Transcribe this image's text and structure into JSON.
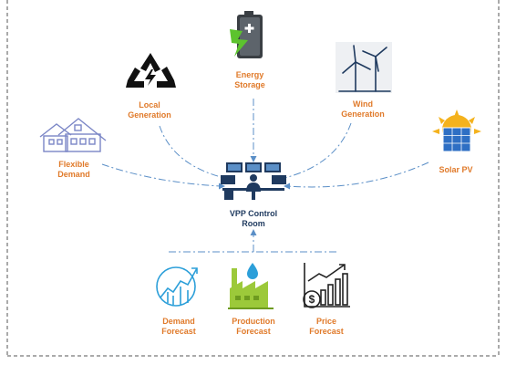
{
  "nodes": {
    "energy_storage": {
      "line1": "Energy",
      "line2": "Storage",
      "icon": "battery-icon"
    },
    "local_generation": {
      "line1": "Local",
      "line2": "Generation",
      "icon": "recycle-icon"
    },
    "wind_generation": {
      "line1": "Wind",
      "line2": "Generation",
      "icon": "wind-turbine-icon"
    },
    "flexible_demand": {
      "line1": "Flexible",
      "line2": "Demand",
      "icon": "house-icon"
    },
    "solar_pv": {
      "line1": "Solar PV",
      "icon": "solar-panel-icon"
    },
    "vpp_control_room": {
      "line1": "VPP Control",
      "line2": "Room",
      "icon": "control-room-icon"
    },
    "demand_forecast": {
      "line1": "Demand",
      "line2": "Forecast",
      "icon": "demand-chart-icon"
    },
    "production_forecast": {
      "line1": "Production",
      "line2": "Forecast",
      "icon": "factory-icon"
    },
    "price_forecast": {
      "line1": "Price",
      "line2": "Forecast",
      "icon": "price-chart-icon"
    }
  },
  "colors": {
    "label": "#e07a2a",
    "connector": "#5b8fc7",
    "frame": "#555555"
  }
}
